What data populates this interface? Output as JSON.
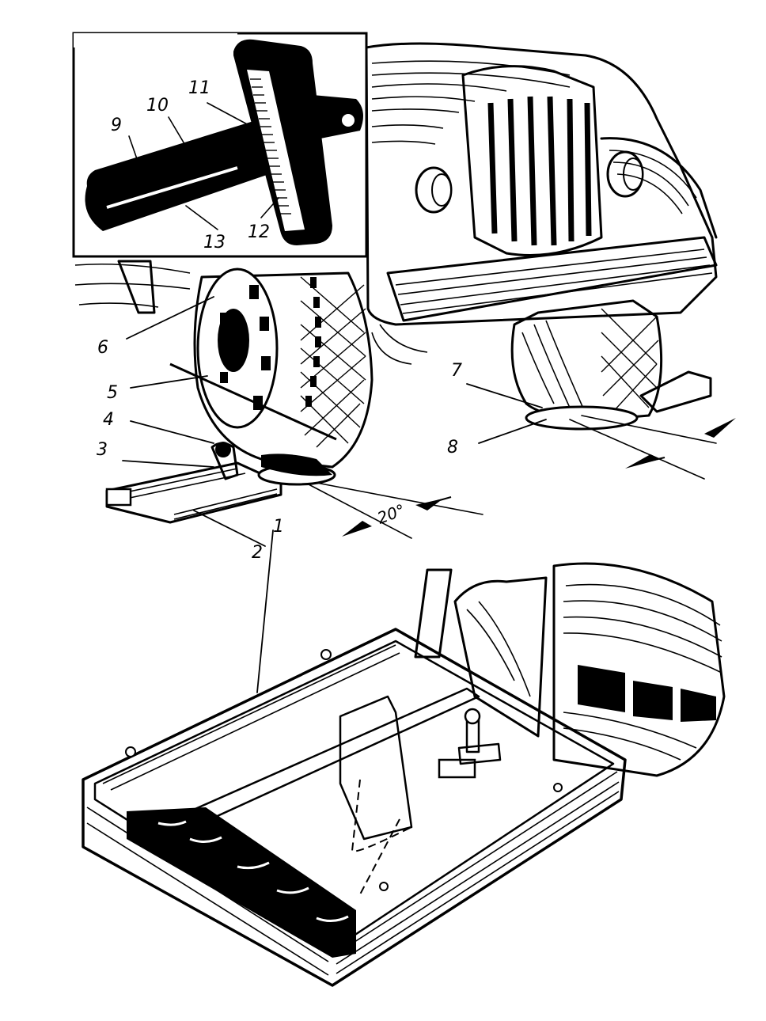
{
  "figure": {
    "callouts": [
      {
        "id": "1",
        "text": "1"
      },
      {
        "id": "2",
        "text": "2"
      },
      {
        "id": "3",
        "text": "3"
      },
      {
        "id": "4",
        "text": "4"
      },
      {
        "id": "5",
        "text": "5"
      },
      {
        "id": "6",
        "text": "6"
      },
      {
        "id": "7",
        "text": "7"
      },
      {
        "id": "8",
        "text": "8"
      },
      {
        "id": "9",
        "text": "9"
      },
      {
        "id": "10",
        "text": "10"
      },
      {
        "id": "11",
        "text": "11"
      },
      {
        "id": "12",
        "text": "12"
      },
      {
        "id": "13",
        "text": "13"
      }
    ],
    "angle_label": "20°"
  }
}
